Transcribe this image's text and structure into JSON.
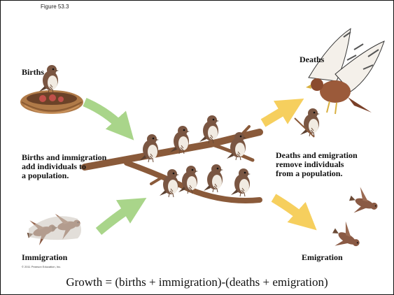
{
  "figure_label": "Figure 53.3",
  "labels": {
    "births": "Births",
    "deaths": "Deaths",
    "immigration": "Immigration",
    "emigration": "Emigration"
  },
  "captions": {
    "left": "Births and immigration\nadd individuals to\na population.",
    "right": "Deaths and emigration\nremove individuals\nfrom a population."
  },
  "copyright": "© 2011 Pearson Education, Inc.",
  "equation": "Growth = (births + immigration)-(deaths + emigration)",
  "colors": {
    "arrow_in": "#a9d58a",
    "arrow_out": "#f6cf5e",
    "branch": "#8a5a3a",
    "bird_body": "#7a5642",
    "bird_belly": "#f1ebe2",
    "hawk_wing": "#f4f0ea",
    "nest": "#b07a48"
  }
}
